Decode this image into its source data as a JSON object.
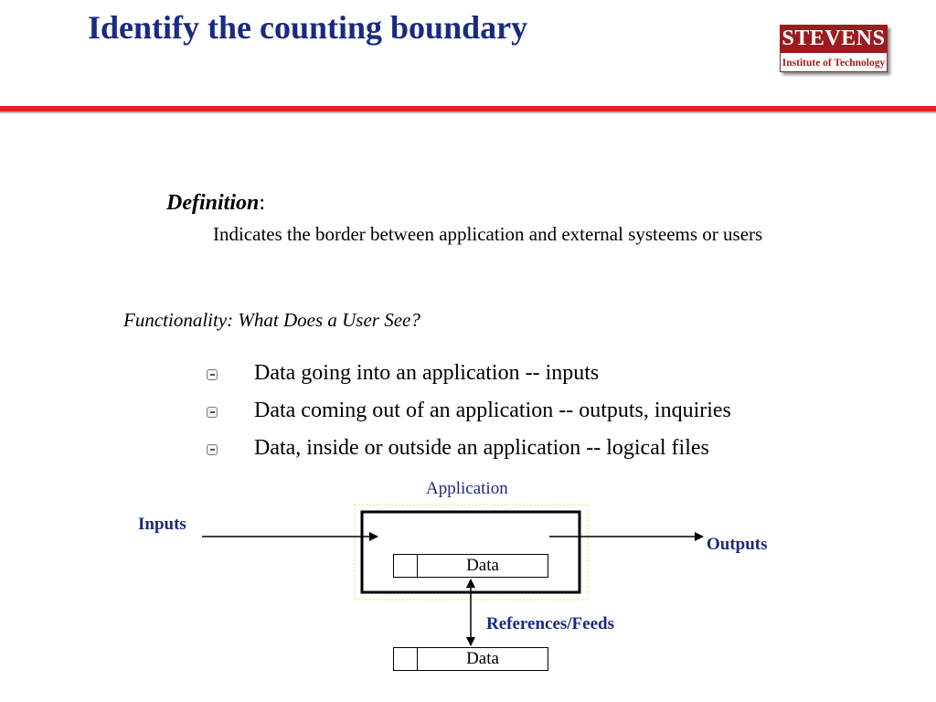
{
  "title": "Identify the counting boundary",
  "logo": {
    "name": "STEVENS",
    "subtitle": "Institute of Technology"
  },
  "definition": {
    "term": "Definition",
    "colon": ":",
    "text": "Indicates the border between application and external systeems or users"
  },
  "functionality_heading": "Functionality: What Does a User See?",
  "bullets": [
    "Data going into an application -- inputs",
    "Data coming out of an application -- outputs, inquiries",
    "Data, inside or outside an application -- logical files"
  ],
  "diagram": {
    "application_label": "Application",
    "inputs_label": "Inputs",
    "outputs_label": "Outputs",
    "references_label": "References/Feeds",
    "inner_data_label": "Data",
    "outer_data_label": "Data"
  },
  "colors": {
    "title": "#1a2a80",
    "accent_rule": "#e32222",
    "logo": "#9b1b1f"
  }
}
